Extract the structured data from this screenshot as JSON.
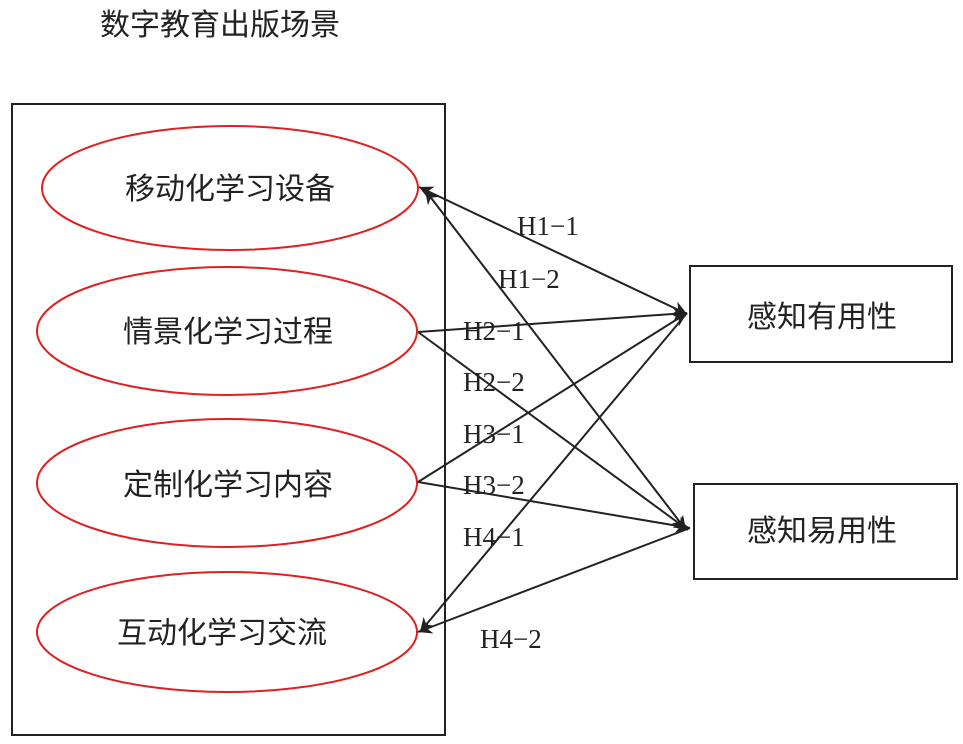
{
  "title": "数字教育出版场景",
  "factors": [
    {
      "label": "移动化学习设备"
    },
    {
      "label": "情景化学习过程"
    },
    {
      "label": "定制化学习内容"
    },
    {
      "label": "互动化学习交流"
    }
  ],
  "outcomes": [
    {
      "label": "感知有用性"
    },
    {
      "label": "感知易用性"
    }
  ],
  "hypotheses": [
    "H1−1",
    "H1−2",
    "H2−1",
    "H2−2",
    "H3−1",
    "H3−2",
    "H4−1",
    "H4−2"
  ],
  "colors": {
    "ellipse": "#e02020",
    "line": "#222222"
  }
}
